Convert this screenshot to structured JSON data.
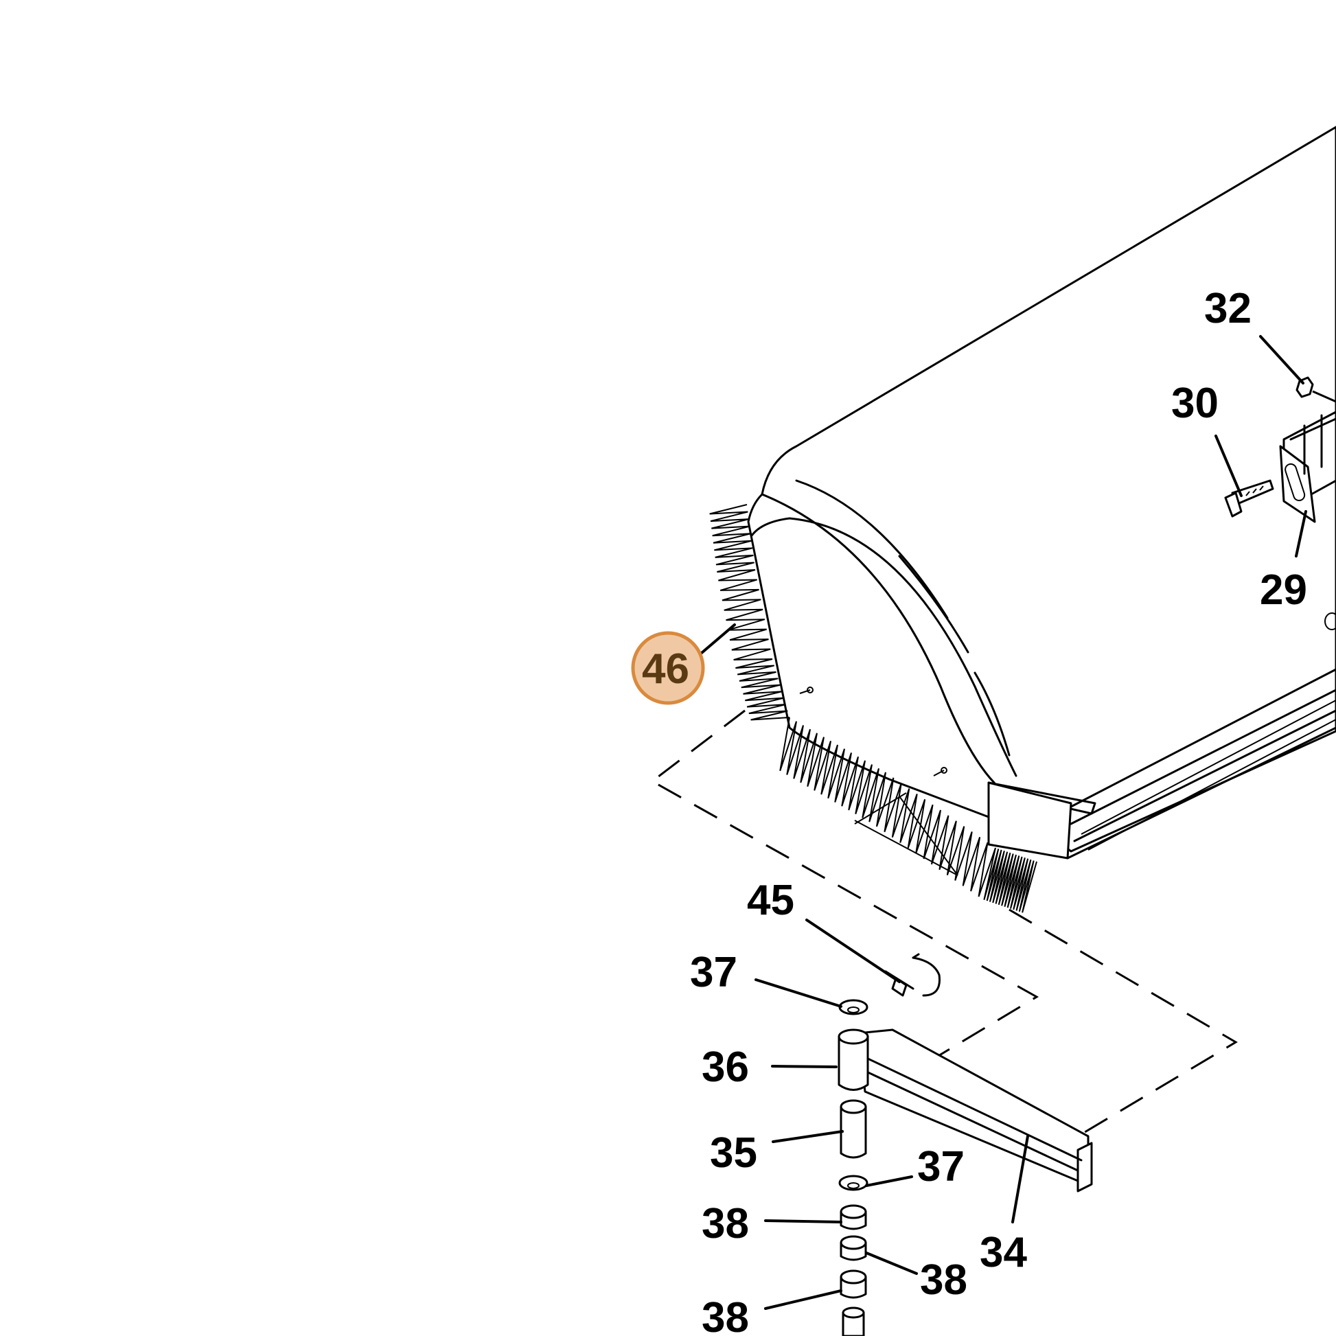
{
  "diagram": {
    "highlight_color": "#d98a3d",
    "highlight_fill": "#f0c9a4",
    "line_color": "#000000",
    "labels": [
      {
        "id": "label-32",
        "text": "32",
        "highlighted": false
      },
      {
        "id": "label-30",
        "text": "30",
        "highlighted": false
      },
      {
        "id": "label-29",
        "text": "29",
        "highlighted": false
      },
      {
        "id": "label-46",
        "text": "46",
        "highlighted": true
      },
      {
        "id": "label-45",
        "text": "45",
        "highlighted": false
      },
      {
        "id": "label-37-top",
        "text": "37",
        "highlighted": false
      },
      {
        "id": "label-36",
        "text": "36",
        "highlighted": false
      },
      {
        "id": "label-35",
        "text": "35",
        "highlighted": false
      },
      {
        "id": "label-37-bottom",
        "text": "37",
        "highlighted": false
      },
      {
        "id": "label-38-a",
        "text": "38",
        "highlighted": false
      },
      {
        "id": "label-38-b",
        "text": "38",
        "highlighted": false
      },
      {
        "id": "label-38-c",
        "text": "38",
        "highlighted": false
      },
      {
        "id": "label-34",
        "text": "34",
        "highlighted": false
      }
    ]
  }
}
